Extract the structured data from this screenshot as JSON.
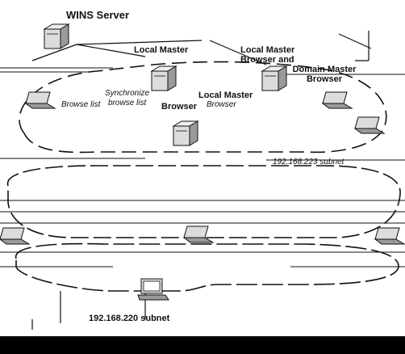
{
  "title": "WINS Server",
  "labels": {
    "lmb_1": "Local Master",
    "lmb_2": "Local Master",
    "lmb_3_line1": "Local Master",
    "lmb_3_line2": "Browser and",
    "dmb_line1": "Domain Master",
    "dmb_line2": "Browser",
    "synchronize": "Synchronize",
    "browse_list_1": "Browse list",
    "browse_list_2": "browse list",
    "browser_1": "Browser",
    "browser_2": "Browser",
    "subnet_top": "192.168.223 subnet",
    "subnet_bottom": "192.168.220 subnet"
  },
  "colors": {
    "ink": "#111111",
    "paper": "#ffffff",
    "device_fill": "#dcdcdc",
    "device_shade": "#9a9a9a"
  },
  "icons": [
    "server-icon",
    "laptop-icon",
    "monitor-icon",
    "lan-ring"
  ]
}
